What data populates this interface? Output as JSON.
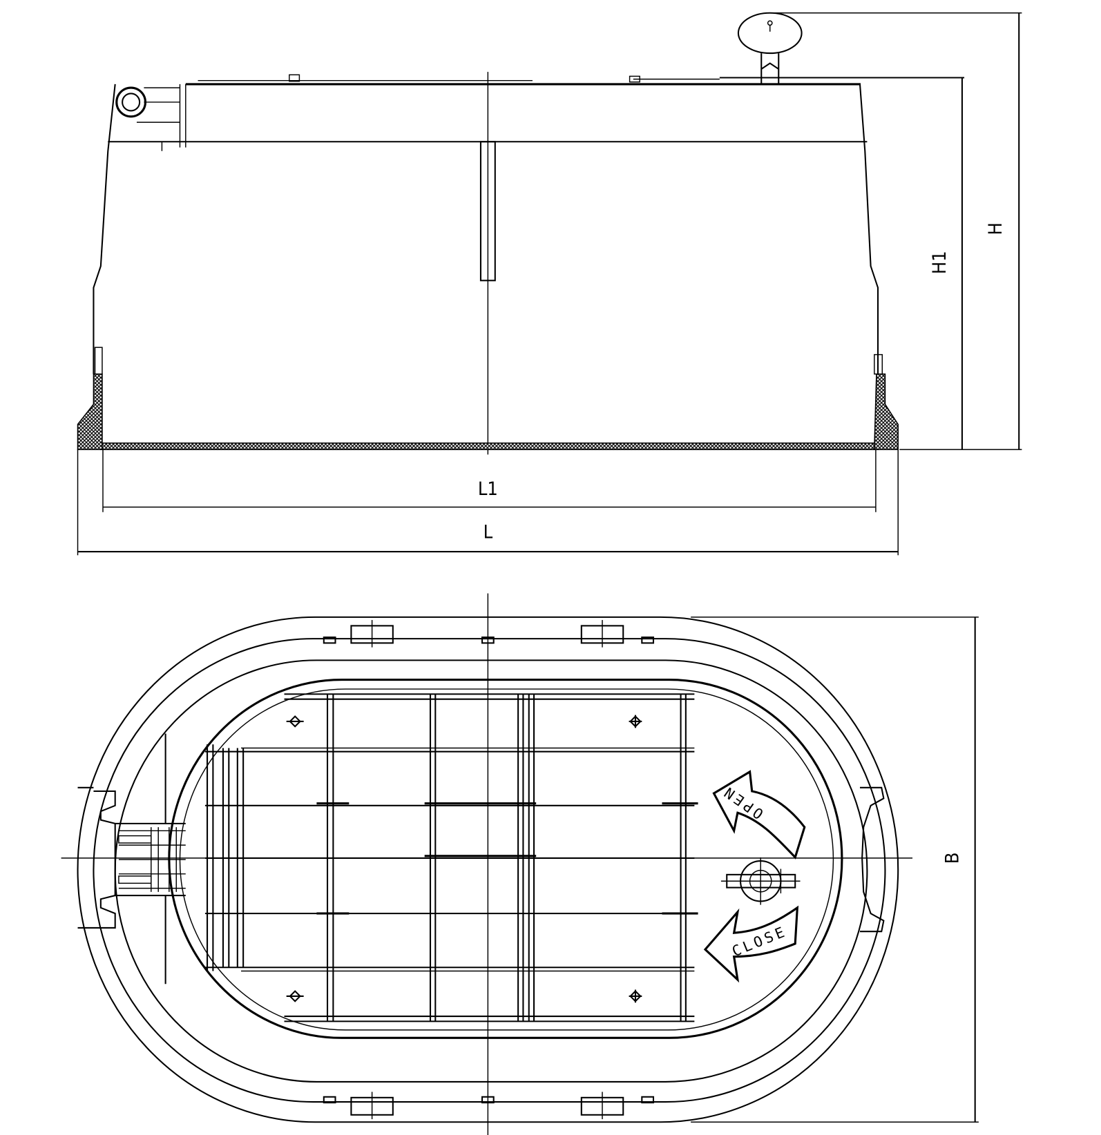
{
  "side_view": {
    "dimensions": {
      "length_inner": "L1",
      "length_overall": "L",
      "height_body": "H1",
      "height_overall": "H"
    }
  },
  "plan_view": {
    "dimensions": {
      "width": "B"
    },
    "arrows": {
      "open": "OPEN",
      "close": "CLOSE"
    }
  },
  "colors": {
    "line": "#000000",
    "background": "#ffffff"
  }
}
